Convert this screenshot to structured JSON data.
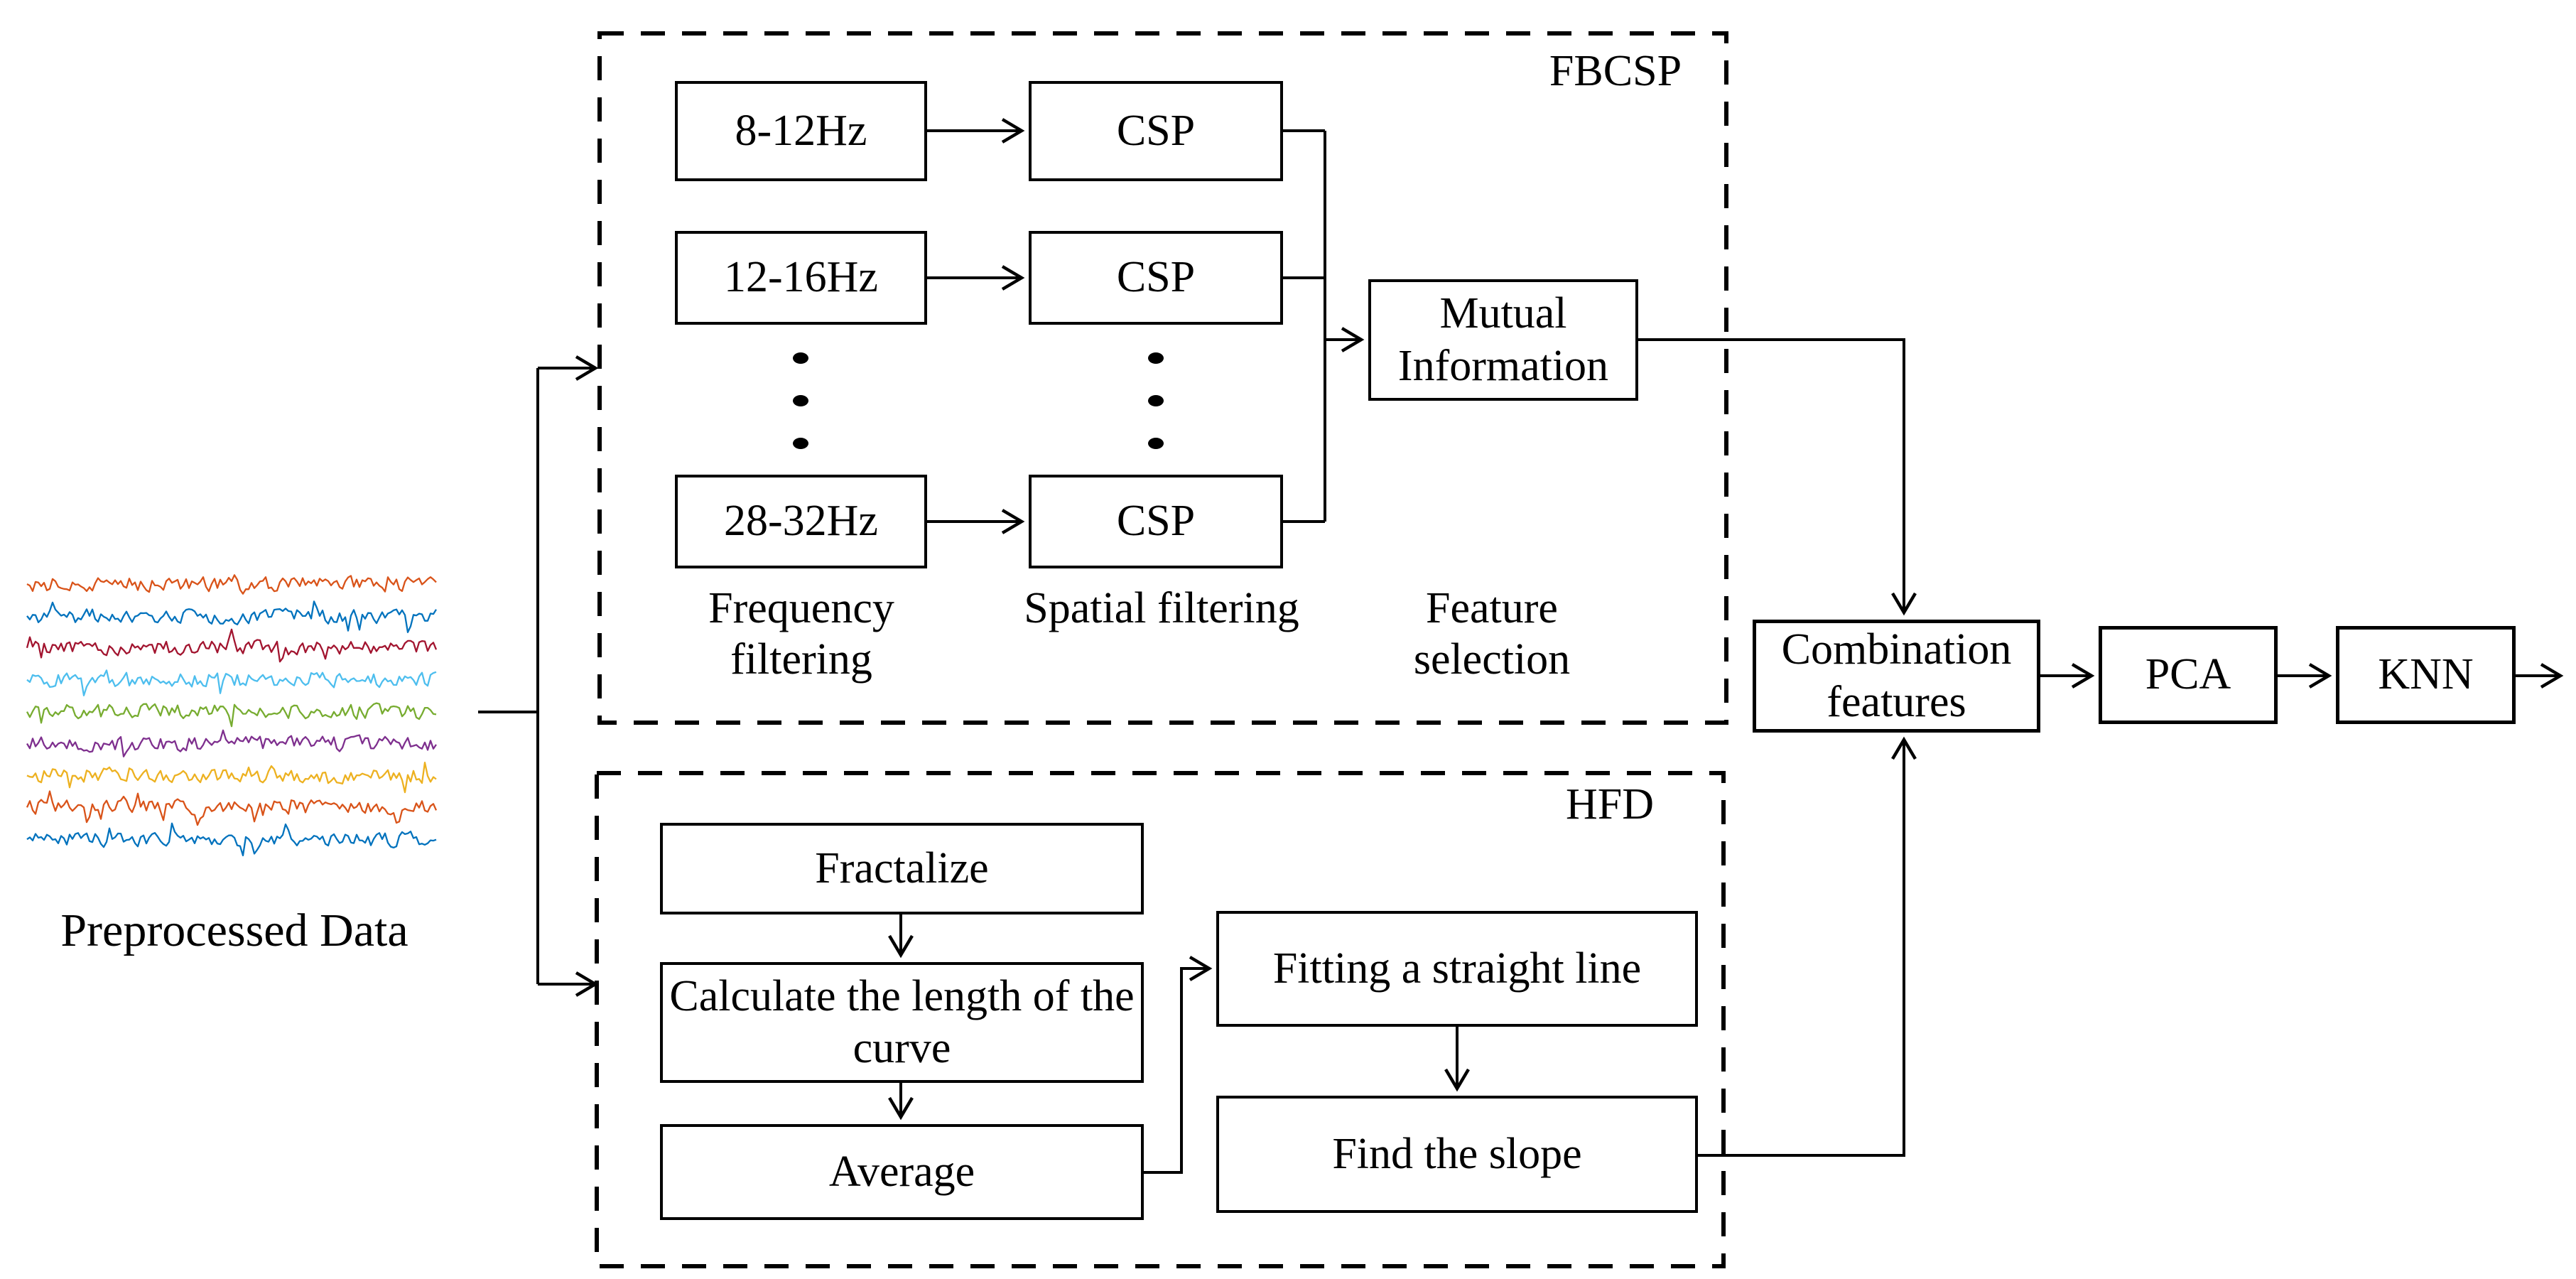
{
  "diagram": {
    "input": {
      "label": "Preprocessed Data",
      "signal_colors": [
        "#D95319",
        "#0072BD",
        "#A2142F",
        "#4DBEEE",
        "#77AC30",
        "#7E2F8E",
        "#EDB120",
        "#D95319",
        "#0072BD"
      ]
    },
    "fbcsp": {
      "title": "FBCSP",
      "filter_bands": [
        "8-12Hz",
        "12-16Hz",
        "28-32Hz"
      ],
      "csp_label": "CSP",
      "mutual_information_label": "Mutual Information",
      "stage_labels": {
        "frequency": "Frequency filtering",
        "spatial": "Spatial filtering",
        "feature": "Feature selection"
      }
    },
    "hfd": {
      "title": "HFD",
      "fractalize_label": "Fractalize",
      "calculate_label": "Calculate the length of the curve",
      "average_label": "Average",
      "fitting_label": "Fitting a straight line",
      "slope_label": "Find the slope"
    },
    "output": {
      "combination_label": "Combination features",
      "pca_label": "PCA",
      "knn_label": "KNN"
    },
    "line_color": "#000000"
  }
}
